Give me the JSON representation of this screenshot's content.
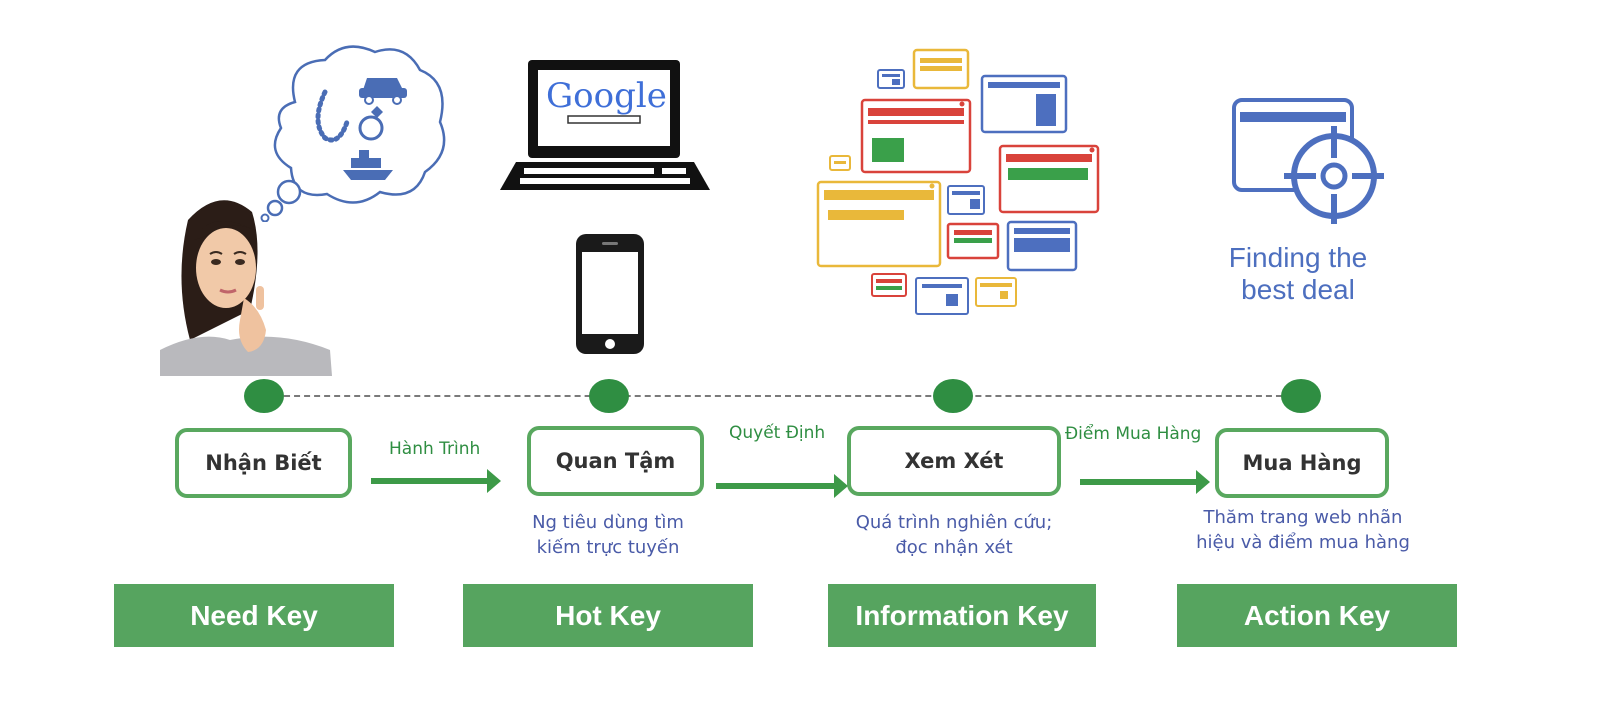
{
  "stages": [
    {
      "label": "Nhận Biết"
    },
    {
      "label": "Quan Tậm",
      "description_line1": "Ng tiêu dùng tìm",
      "description_line2": "kiếm trực tuyến"
    },
    {
      "label": "Xem Xét",
      "description_line1": "Quá trình nghiên cứu;",
      "description_line2": "đọc nhận xét"
    },
    {
      "label": "Mua Hàng",
      "description_line1": "Thăm trang web nhãn",
      "description_line2": "hiệu và điểm mua hàng"
    }
  ],
  "transitions": [
    "Hành Trình",
    "Quyết Định",
    "Điểm Mua Hàng"
  ],
  "keys": [
    "Need Key",
    "Hot Key",
    "Information Key",
    "Action Key"
  ],
  "laptop_brand": "Google",
  "finding": {
    "line1": "Finding the",
    "line2": "best deal"
  },
  "icons": {
    "woman": "thinking-woman",
    "thought": "thought-bubble-icon",
    "laptop": "laptop-icon",
    "phone": "smartphone-icon",
    "windows": "browser-windows-icon",
    "target": "target-window-icon"
  },
  "colors": {
    "green": "#2f8e42",
    "key_green": "#56a45f",
    "blue_text": "#4a5ba8",
    "red": "#d9433b",
    "yellow": "#e9b83a",
    "blue": "#4d6fbf"
  }
}
